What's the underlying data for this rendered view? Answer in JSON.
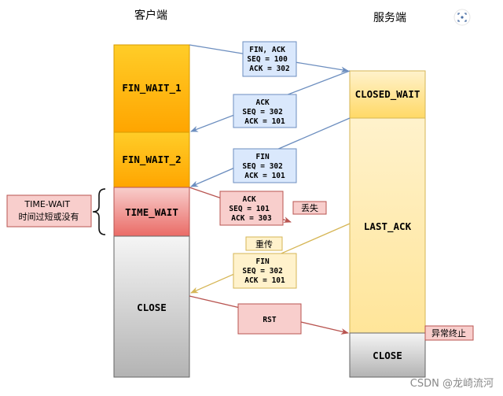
{
  "columns": {
    "client": "客户端",
    "server": "服务端"
  },
  "client_states": {
    "fin_wait_1": "FIN_WAIT_1",
    "fin_wait_2": "FIN_WAIT_2",
    "time_wait": "TIME_WAIT",
    "close": "CLOSE"
  },
  "server_states": {
    "closed_wait": "CLOSED_WAIT",
    "last_ack": "LAST_ACK",
    "close": "CLOSE"
  },
  "messages": {
    "m1": [
      "FIN, ACK",
      "SEQ = 100",
      "ACK = 302"
    ],
    "m2": [
      "ACK",
      "SEQ = 302",
      "ACK = 101"
    ],
    "m3": [
      "FIN",
      "SEQ = 302",
      "ACK = 101"
    ],
    "m4": [
      "ACK",
      "SEQ = 101",
      "ACK = 303"
    ],
    "m5": [
      "FIN",
      "SEQ = 302",
      "ACK = 101"
    ],
    "m6": [
      "RST"
    ]
  },
  "annotations": {
    "lost": "丢失",
    "retransmit": "重传",
    "time_wait_note": [
      "TIME-WAIT",
      "时间过短或没有"
    ],
    "abnormal_end": "异常终止"
  },
  "watermark": "CSDN @龙崎流河",
  "colors": {
    "blue_box": "#dae8fc",
    "blue_border": "#6c8ebf",
    "red_box": "#f8cecc",
    "red_border": "#b85450",
    "yellow_box": "#fff2cc",
    "yellow_border": "#d6b656",
    "orange": "#ffa500",
    "gray": "#d9d9d9"
  }
}
